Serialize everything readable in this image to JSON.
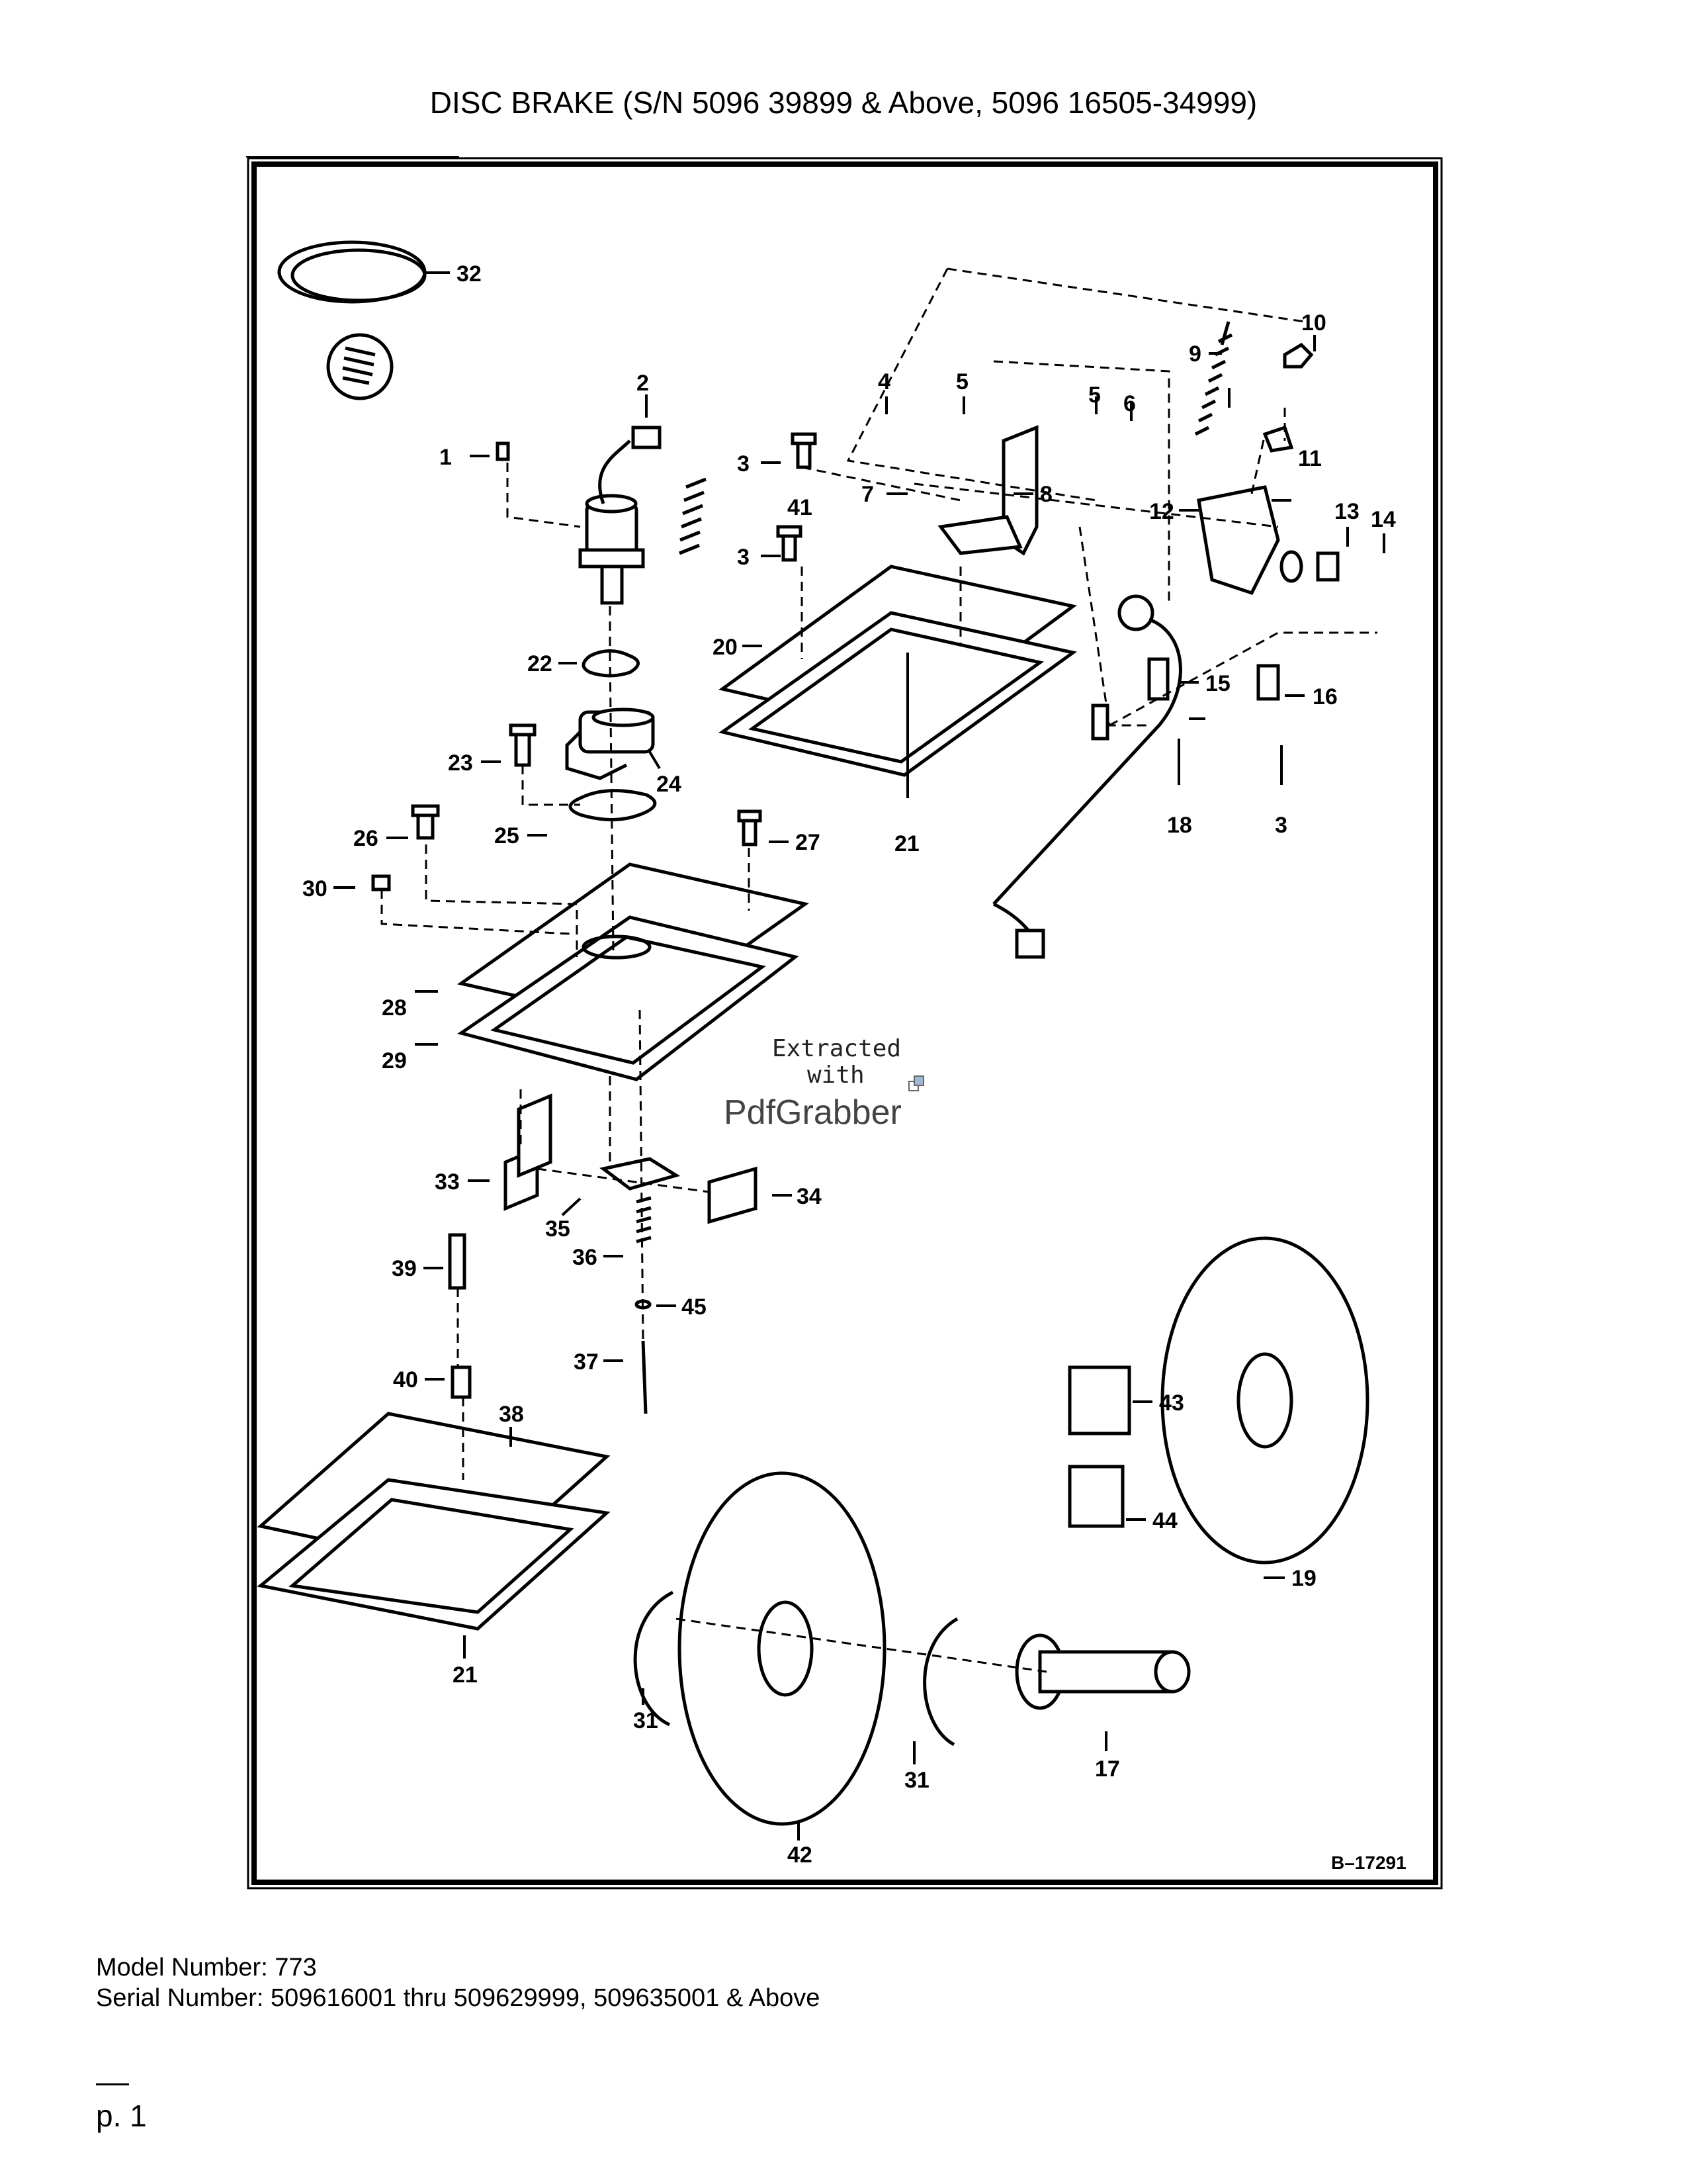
{
  "title": "DISC BRAKE (S/N 5096 39899 & Above, 5096 16505-34999)",
  "diagram": {
    "reference": "B–17291",
    "watermark": {
      "line1": "Extracted",
      "line2": "with",
      "brand": "PdfGrabber"
    },
    "callouts": [
      "1",
      "2",
      "3",
      "4",
      "5",
      "6",
      "7",
      "8",
      "9",
      "10",
      "11",
      "12",
      "13",
      "14",
      "15",
      "16",
      "17",
      "18",
      "19",
      "20",
      "21",
      "22",
      "23",
      "24",
      "25",
      "26",
      "27",
      "28",
      "29",
      "30",
      "31",
      "32",
      "33",
      "34",
      "35",
      "36",
      "37",
      "38",
      "39",
      "40",
      "41",
      "42",
      "43",
      "44",
      "45"
    ]
  },
  "footer": {
    "model": "Model Number: 773",
    "serial": "Serial Number: 509616001 thru 509629999, 509635001 & Above",
    "page": "p. 1"
  }
}
